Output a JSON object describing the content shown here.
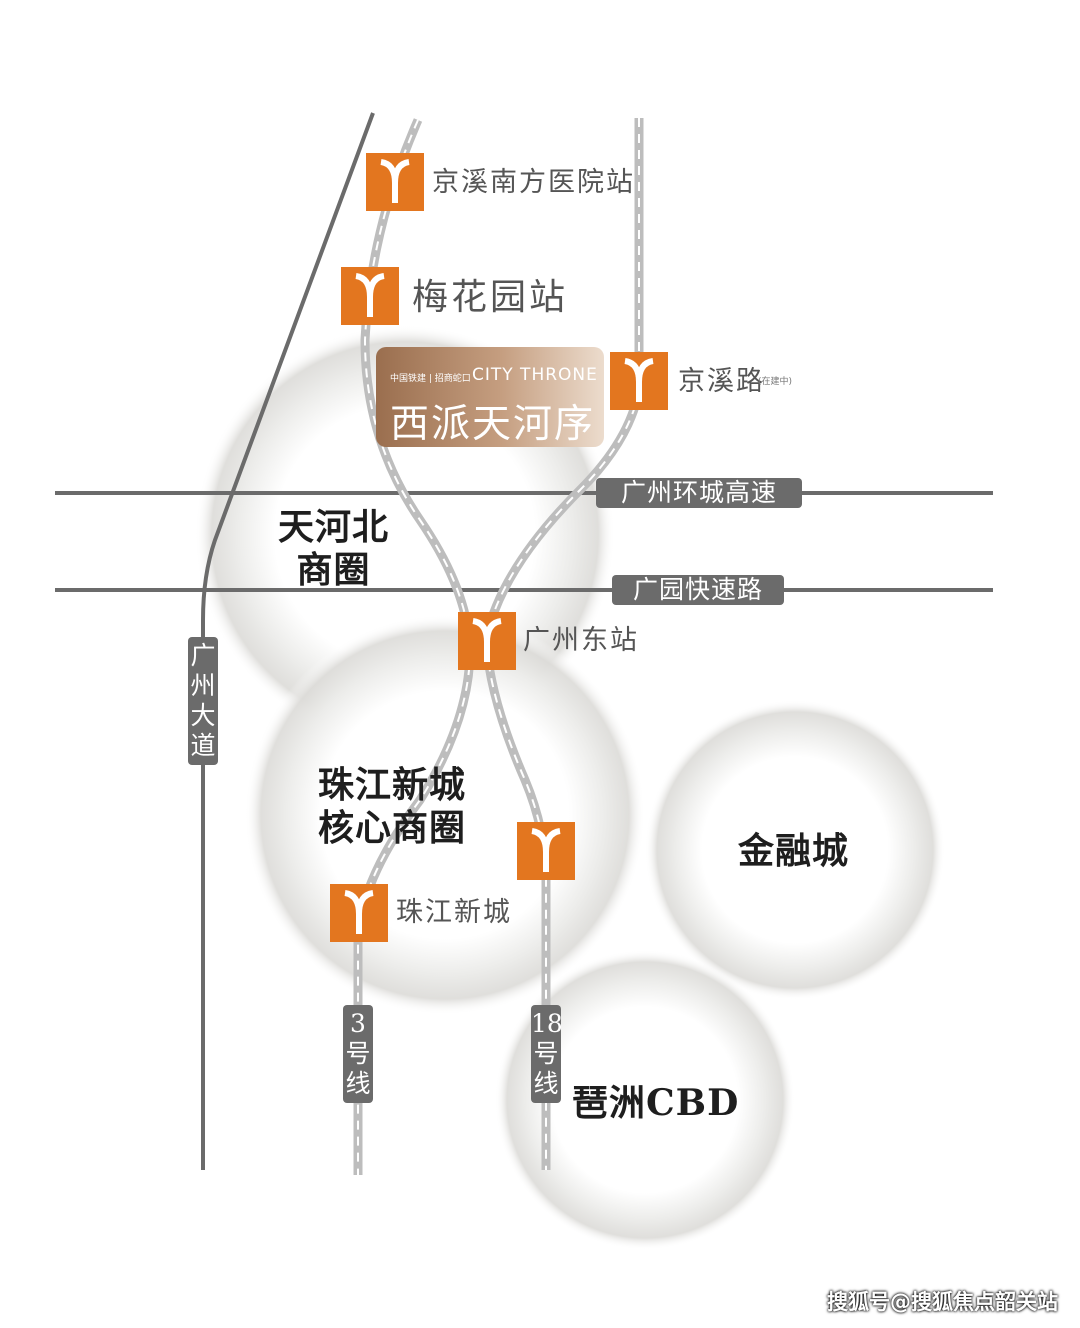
{
  "stations": {
    "jingxi_nanfang": "京溪南方医院站",
    "meihuayuan": "梅花园站",
    "jingxilu": "京溪路",
    "jingxilu_note": "(在建中)",
    "guangzhou_east": "广州东站",
    "zhujiang_newtown": "珠江新城"
  },
  "districts": {
    "tianhe_north": [
      "天河北",
      "商圈"
    ],
    "zhujiang_core": [
      "珠江新城",
      "核心商圈"
    ],
    "finance_city": "金融城",
    "pazhou_cbd": "琶洲CBD"
  },
  "roads": {
    "ring_expressway": "广州环城高速",
    "guangyuan_expressway": "广园快速路",
    "guangzhou_avenue": [
      "广",
      "州",
      "大",
      "道"
    ]
  },
  "lines": {
    "line3": [
      "3",
      "号",
      "线"
    ],
    "line18": [
      "18",
      "号",
      "线"
    ]
  },
  "project": {
    "developer_small": "中国铁建 | 招商蛇口",
    "name_en": "CITY THRONE",
    "name_cn": "西派天河序"
  },
  "watermark": "搜狐号@搜狐焦点韶关站",
  "colors": {
    "metro_orange": "#e3761f",
    "road_gray": "#6b6b6b",
    "brand_bronze": "#9a6e4e"
  }
}
